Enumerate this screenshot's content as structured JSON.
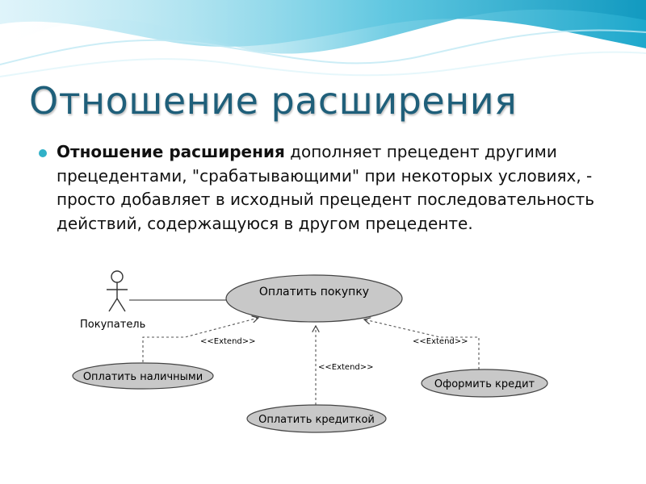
{
  "slide": {
    "title": "Отношение расширения",
    "bullet": {
      "bold_lead": "Отношение расширения",
      "rest": " дополняет прецедент другими прецедентами, \"срабатывающими\" при некоторых условиях,  - просто добавляет в исходный прецедент последовательность действий, содержащуюся в другом прецеденте."
    }
  },
  "diagram": {
    "actor": {
      "label": "Покупатель"
    },
    "use_cases": {
      "main": "Оплатить покупку",
      "cash": "Оплатить наличными",
      "card": "Оплатить кредиткой",
      "credit": "Оформить кредит"
    },
    "extend_labels": {
      "cash": "<<Extend>>",
      "card": "<<Extend>>",
      "credit": "<<Extend>>"
    }
  },
  "colors": {
    "title": "#1f5f7a",
    "bullet": "#31b1c8",
    "use_case_fill": "#c8c8c8",
    "wave_light": "#7fd3e6",
    "wave_dark": "#1aa5c8"
  }
}
